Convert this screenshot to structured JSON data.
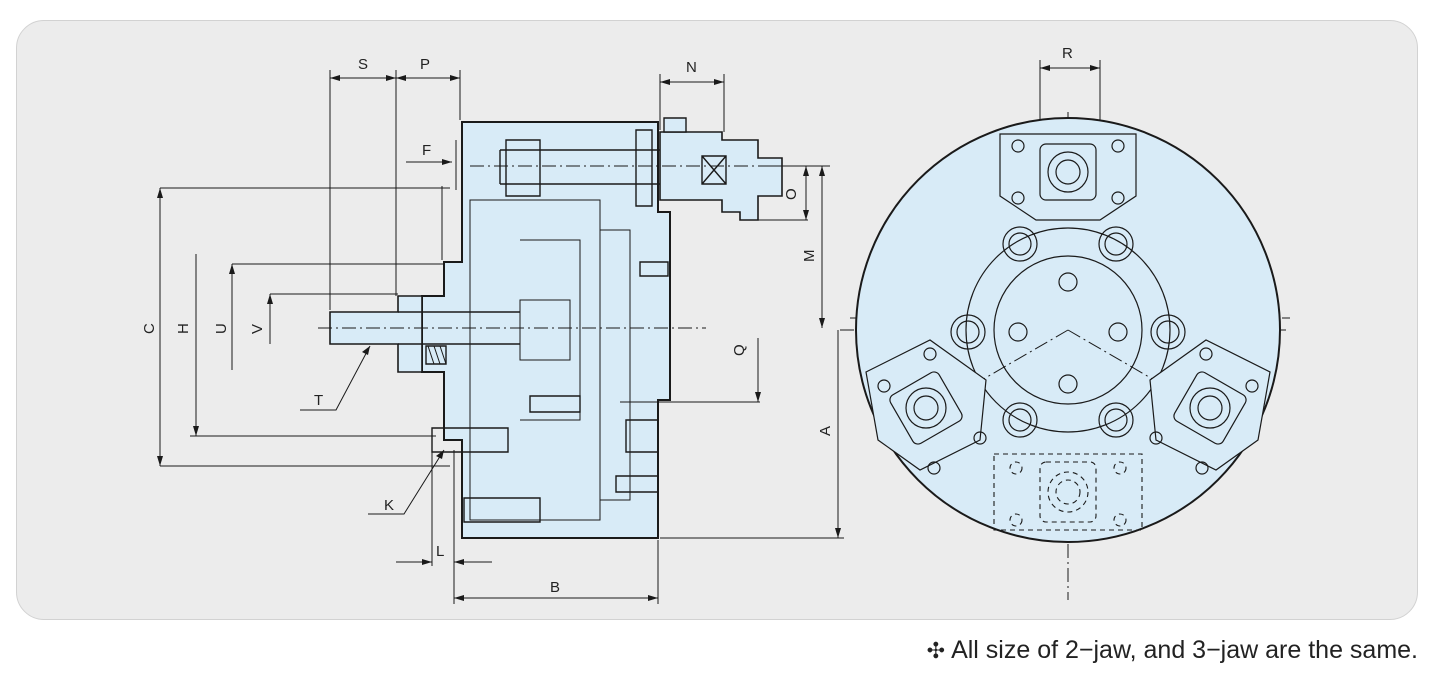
{
  "dimension_labels": {
    "S": "S",
    "P": "P",
    "N": "N",
    "R": "R",
    "F": "F",
    "O": "O",
    "M": "M",
    "C": "C",
    "H": "H",
    "U": "U",
    "V": "V",
    "Q": "Q",
    "T": "T",
    "A": "A",
    "K": "K",
    "L": "L",
    "B": "B"
  },
  "footnote": {
    "mark": "✣",
    "text": "All size of 2−jaw, and 3−jaw are the same."
  },
  "colors": {
    "body_fill": "#d8ebf7",
    "line": "#1a1a1a",
    "panel": "#ececec"
  }
}
